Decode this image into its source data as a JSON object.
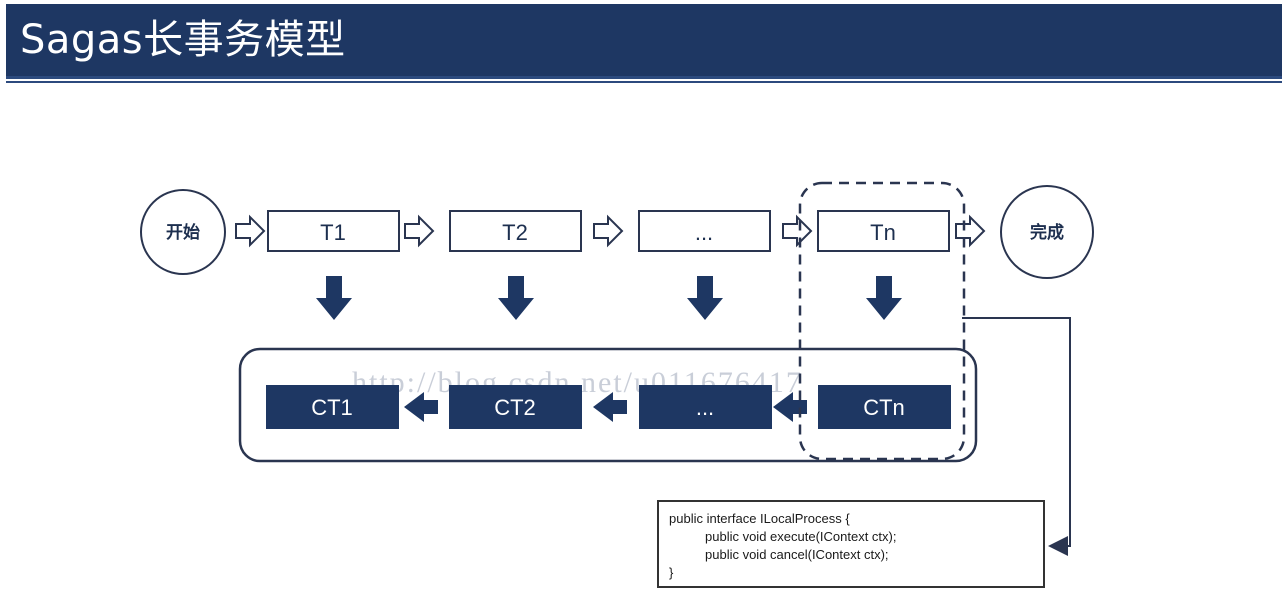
{
  "header": {
    "title": "Sagas长事务模型"
  },
  "diagram": {
    "start_label": "开始",
    "end_label": "完成",
    "transactions": [
      "T1",
      "T2",
      "...",
      "Tn"
    ],
    "compensations": [
      "CT1",
      "CT2",
      "...",
      "CTn"
    ],
    "watermark": "http://blog.csdn.net/u011676417"
  },
  "code": {
    "line1": "public interface ILocalProcess {",
    "line2": "public void execute(IContext ctx);",
    "line3": "public void cancel(IContext ctx);",
    "line4": "}"
  },
  "colors": {
    "header": "#1e3763",
    "compensation": "#1e3763",
    "stroke": "#2a3550"
  }
}
